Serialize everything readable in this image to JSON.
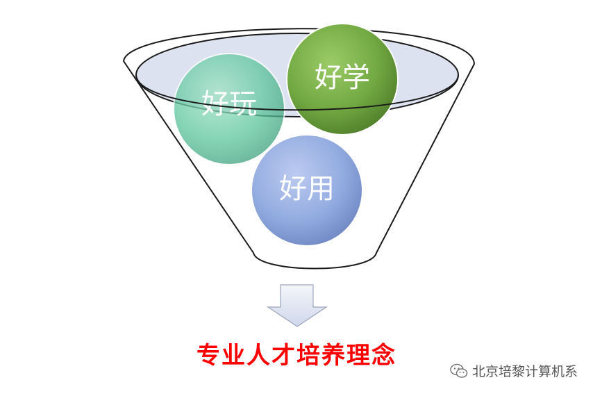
{
  "funnel": {
    "items": [
      {
        "label": "好玩",
        "color": "#5fc79f"
      },
      {
        "label": "好学",
        "color": "#72a942"
      },
      {
        "label": "好用",
        "color": "#93ace0"
      }
    ],
    "arrow_icon": "down-arrow-icon"
  },
  "title": "专业人才培养理念",
  "watermark": {
    "icon": "wechat-icon",
    "text": "北京培黎计算机系"
  },
  "colors": {
    "title": "#ff0000",
    "funnel_outline": "#1a1a1a",
    "rim_fill": "#dde2f0",
    "arrow_fill": "#e3e8f3"
  }
}
